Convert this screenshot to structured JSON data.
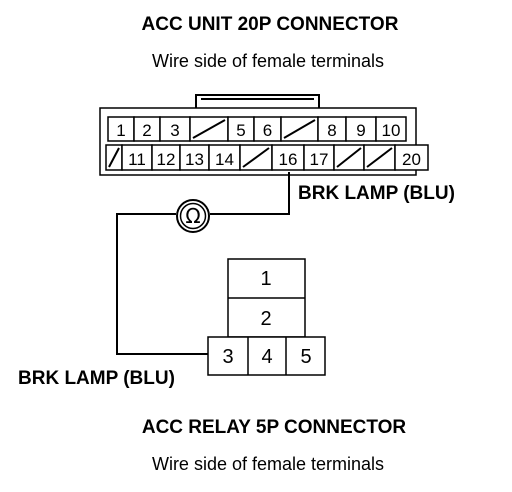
{
  "top_connector": {
    "title": "ACC UNIT 20P CONNECTOR",
    "subtitle": "Wire side of female terminals",
    "row1": [
      "1",
      "2",
      "3",
      "",
      "5",
      "6",
      "",
      "8",
      "9",
      "10"
    ],
    "row2": [
      "",
      "11",
      "12",
      "13",
      "14",
      "",
      "16",
      "17",
      "",
      "",
      "20"
    ],
    "wire_label": "BRK LAMP (BLU)"
  },
  "meter": {
    "symbol": "Ω",
    "icon": "ohmmeter-icon"
  },
  "bottom_connector": {
    "title": "ACC RELAY 5P CONNECTOR",
    "subtitle": "Wire side of female terminals",
    "pins": [
      "1",
      "2",
      "3",
      "4",
      "5"
    ],
    "wire_label": "BRK LAMP (BLU)"
  },
  "colors": {
    "line": "#000000",
    "background": "#ffffff"
  }
}
